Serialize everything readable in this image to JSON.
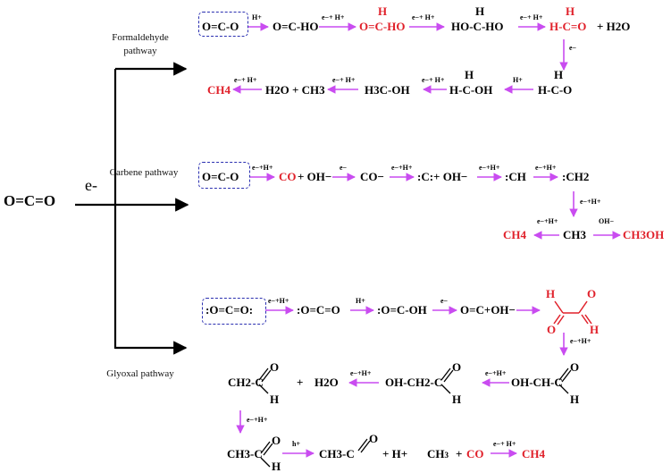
{
  "colors": {
    "arrow": "#c94cf0",
    "highlight": "#e0202a",
    "box": "#2a2fb0",
    "text": "#000000"
  },
  "main": {
    "co2": "O=C=O",
    "electron": "e-"
  },
  "pathways": {
    "formaldehyde": {
      "label": "Formaldehyde pathway",
      "row1": {
        "m1": "O=C-O",
        "a1": "H+",
        "m2": "O=C-HO",
        "a2": "e−+ H+",
        "m3_H": "H",
        "m3": "O=C-HO",
        "a3": "e−+ H+",
        "m4_H": "H",
        "m4": "HO-C-HO",
        "a4": "e−+ H+",
        "m5_H": "H",
        "m5": "H-C=O",
        "m5_plus": "+ H2O"
      },
      "step_down": "e−",
      "row2": {
        "m6_H": "H",
        "m6": "H-C-O",
        "a6": "H+",
        "m7_H": "H",
        "m7": "H-C-OH",
        "a7": "e−+ H+",
        "m8": "H3C-OH",
        "a8": "e−+ H+",
        "m9": "H2O + CH3",
        "a9": "e−+ H+",
        "m10": "CH4"
      }
    },
    "carbene": {
      "label": "Carbene pathway",
      "row1": {
        "m1": "O=C-O",
        "a1": "e−+H+",
        "m2a": "CO",
        "m2b": "+ OH−",
        "a2": "e−",
        "m3": "CO−",
        "a3": "e−+H+",
        "m4": ":C:+ OH−",
        "a4": "e−+H+",
        "m5": ":CH",
        "a5": "e−+H+",
        "m6": ":CH2"
      },
      "step_down": "e−+H+",
      "row2": {
        "m7": "CH3",
        "left_arrow": "e−+H+",
        "m8": "CH4",
        "right_arrow": "OH−",
        "m9": "CH3OH"
      }
    },
    "glyoxal": {
      "label": "Glyoxal pathway",
      "row1": {
        "m1": ":O=C=O:",
        "a1": "e−+H+",
        "m2": ":O=C=O",
        "a2": "H+",
        "m3": ":O=C-OH",
        "a3": "e−",
        "m4": "O=C+OH−",
        "m5": "glyoxal"
      },
      "step_down1": "e−+H+",
      "row2": {
        "m6": "OH-CH-C",
        "a6": "e−+H+",
        "m7": "OH-CH2-C",
        "a7": "e−+H+",
        "m8": "H2O",
        "m8_plus": "+",
        "m9": "CH2-C"
      },
      "step_down2": "e−+H+",
      "row3": {
        "m10": "CH3-C",
        "a10": "h+",
        "m11": "CH3-C",
        "m11_plus": "+ H+",
        "m12": "+",
        "m12b": "CO",
        "a12": "e−+ H+",
        "m13": "CH4"
      }
    }
  }
}
